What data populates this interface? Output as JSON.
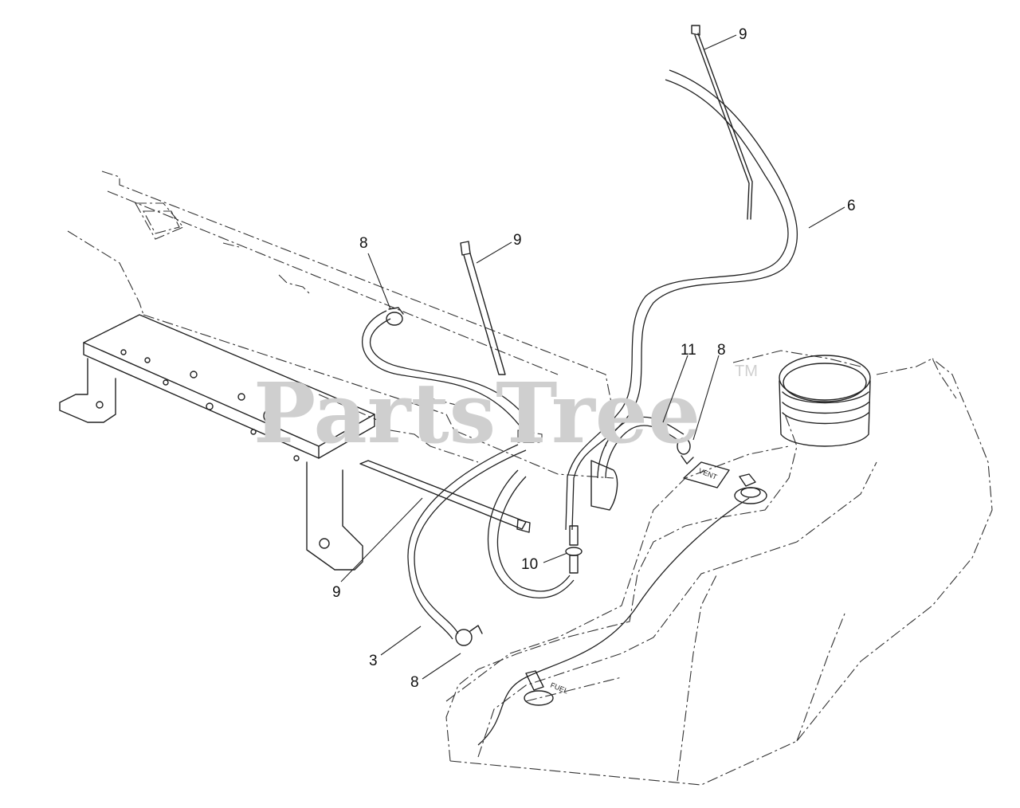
{
  "watermark": {
    "text": "PartsTree",
    "trademark": "TM"
  },
  "callouts": [
    "9",
    "6",
    "8",
    "9",
    "11",
    "8",
    "10",
    "9",
    "3",
    "8"
  ],
  "tank_labels": {
    "vent": "VENT",
    "fuel": "FUEL"
  }
}
